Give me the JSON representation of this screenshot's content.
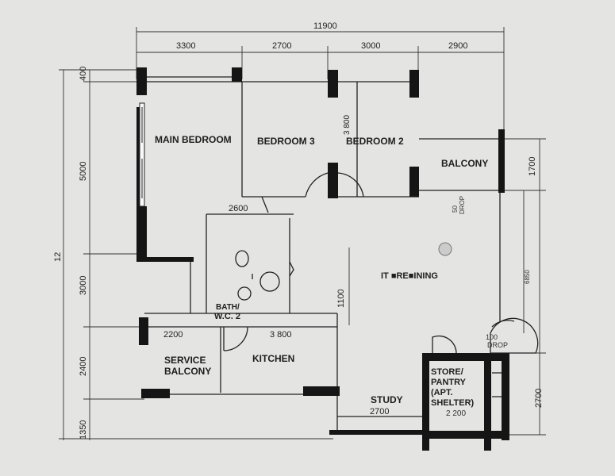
{
  "plan": {
    "overall_width": "11900",
    "top_dims": [
      "3300",
      "2700",
      "3000",
      "2900"
    ],
    "left_dims": [
      "400",
      "5000",
      "3000",
      "2400",
      "1350"
    ],
    "left_total": "12",
    "right_dims": [
      "1700",
      "2700"
    ],
    "right_side_marks": [
      "6850",
      "1100"
    ],
    "inner_dims": {
      "wc_width": "2600",
      "service_width": "2200",
      "kitchen_width": "3 800",
      "study_width": "2700",
      "store_width": "2 200",
      "bedroom2_depth": "3 800"
    },
    "rooms": {
      "main_bedroom": "MAIN BEDROOM",
      "bedroom_3": "BEDROOM 3",
      "bedroom_2": "BEDROOM 2",
      "balcony": "BALCONY",
      "living_dining": "IT ■RE■INING",
      "bath_wc": [
        "BATH/",
        "W.C. 2"
      ],
      "service_balcony": [
        "SERVICE",
        "BALCONY"
      ],
      "kitchen": "KITCHEN",
      "study": "STUDY",
      "store": [
        "STORE/",
        "PANTRY",
        "(APT.",
        "SHELTER)"
      ]
    },
    "drops": {
      "balcony_drop": [
        "50",
        "DROP"
      ],
      "main_drop": [
        "100",
        "DROP"
      ]
    }
  }
}
